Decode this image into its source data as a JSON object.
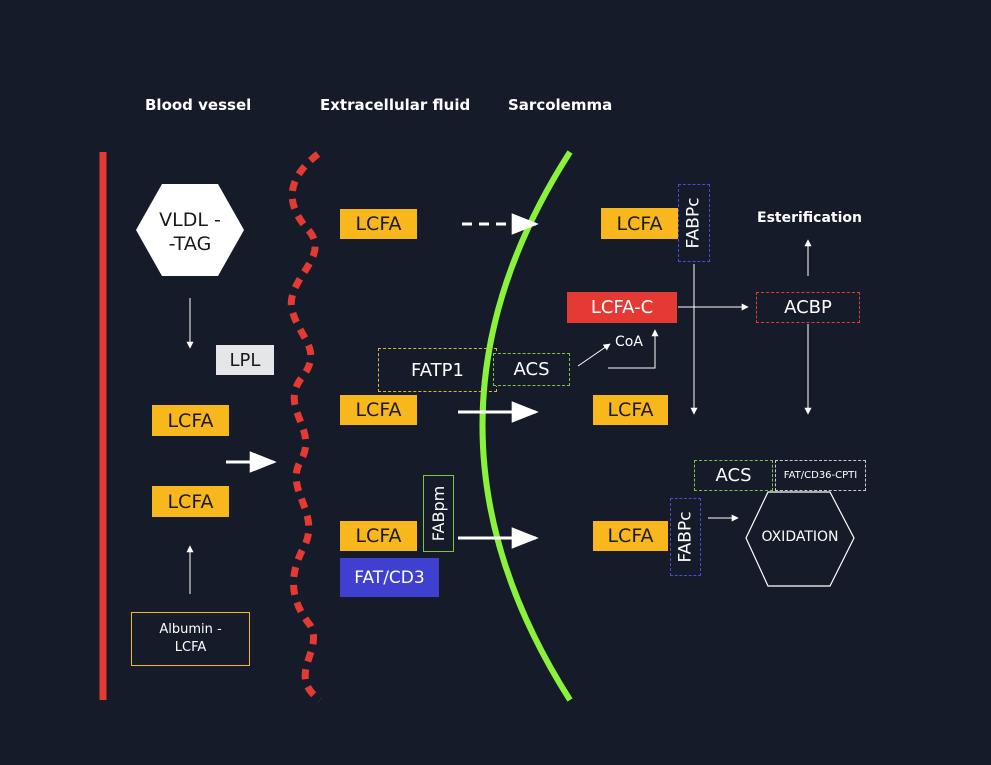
{
  "headers": {
    "blood_vessel": "Blood vessel",
    "extracellular_fluid": "Extracellular fluid",
    "sarcolemma": "Sarcolemma"
  },
  "blood": {
    "vldl": [
      "VLDL -",
      "-TAG"
    ],
    "lpl": "LPL",
    "lcfa_1": "LCFA",
    "lcfa_2": "LCFA",
    "albumin": [
      "Albumin -",
      "LCFA"
    ]
  },
  "extracellular": {
    "lcfa_top": "LCFA",
    "lcfa_mid": "LCFA",
    "lcfa_bottom": "LCFA",
    "fatp1": "FATP1",
    "acs": "ACS",
    "fabpm": "FABpm",
    "fat_cd3": "FAT/CD3"
  },
  "cell": {
    "lcfa_top": "LCFA",
    "lcfa_mid": "LCFA",
    "lcfa_bottom": "LCFA",
    "fabpc_top": "FABPc",
    "fabpc_bottom": "FABPc",
    "lcfa_c": "LCFA-C",
    "coa": "CoA",
    "acbp": "ACBP",
    "esterification": "Esterification",
    "acs": "ACS",
    "fat_cd36_cpt1": "FAT/CD36-CPTI",
    "oxidation": "OXIDATION"
  },
  "colors": {
    "background": "#161b29",
    "vessel_wall": "#e53a33",
    "sarcolemma": "#8af23b",
    "lcfa_fill": "#f7b71d",
    "lcfa_c_fill": "#e53a33",
    "fat_cd3_fill": "#4040d0",
    "dashed_blue": "#4b4bd6",
    "dashed_green": "#7dc443",
    "dashed_yellow": "#d8b83a",
    "dashed_red": "#e53a33"
  }
}
